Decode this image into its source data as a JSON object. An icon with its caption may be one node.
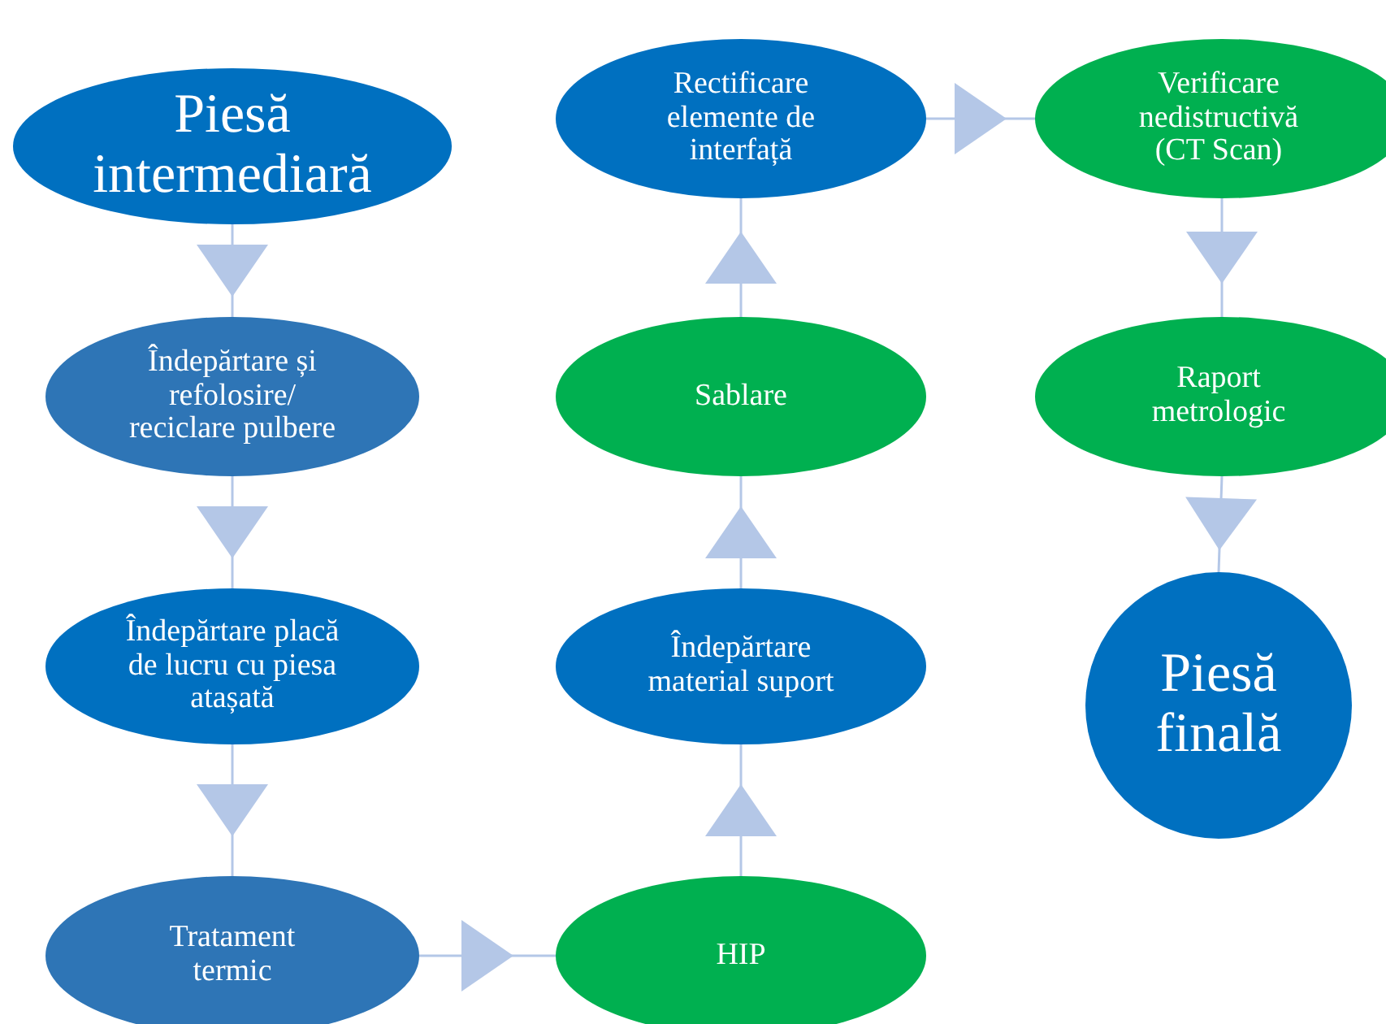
{
  "diagram": {
    "nodes": [
      {
        "text": [
          "Piesă intermediară"
        ]
      },
      {
        "text": [
          "Îndepărtare și refolosire/ reciclare pulbere"
        ]
      },
      {
        "text": [
          "Îndepărtare placă de lucru cu piesa atașată"
        ]
      },
      {
        "text": [
          "Tratament termic"
        ]
      },
      {
        "text": [
          "HIP"
        ]
      },
      {
        "text": [
          "Îndepărtare material suport"
        ]
      },
      {
        "text": [
          "Sablare"
        ]
      },
      {
        "text": [
          "Rectificare elemente de interfață"
        ]
      },
      {
        "text": [
          "Verificare nedistructivă (CT Scan)"
        ]
      },
      {
        "text": [
          "Raport metrologic"
        ]
      },
      {
        "text": [
          "Piesă finală"
        ]
      }
    ],
    "edges": [
      {
        "from": 0,
        "to": 1,
        "arrow": "to"
      },
      {
        "from": 1,
        "to": 2,
        "arrow": "to"
      },
      {
        "from": 2,
        "to": 3,
        "arrow": "to"
      },
      {
        "from": 3,
        "to": 4,
        "arrow": "to"
      },
      {
        "from": 4,
        "to": 5,
        "arrow": "to"
      },
      {
        "from": 5,
        "to": 6,
        "arrow": "to"
      },
      {
        "from": 6,
        "to": 7,
        "arrow": "to"
      },
      {
        "from": 7,
        "to": 8,
        "arrow": "to"
      },
      {
        "from": 8,
        "to": 9,
        "arrow": "to"
      },
      {
        "from": 9,
        "to": 10,
        "arrow": "to"
      }
    ]
  }
}
